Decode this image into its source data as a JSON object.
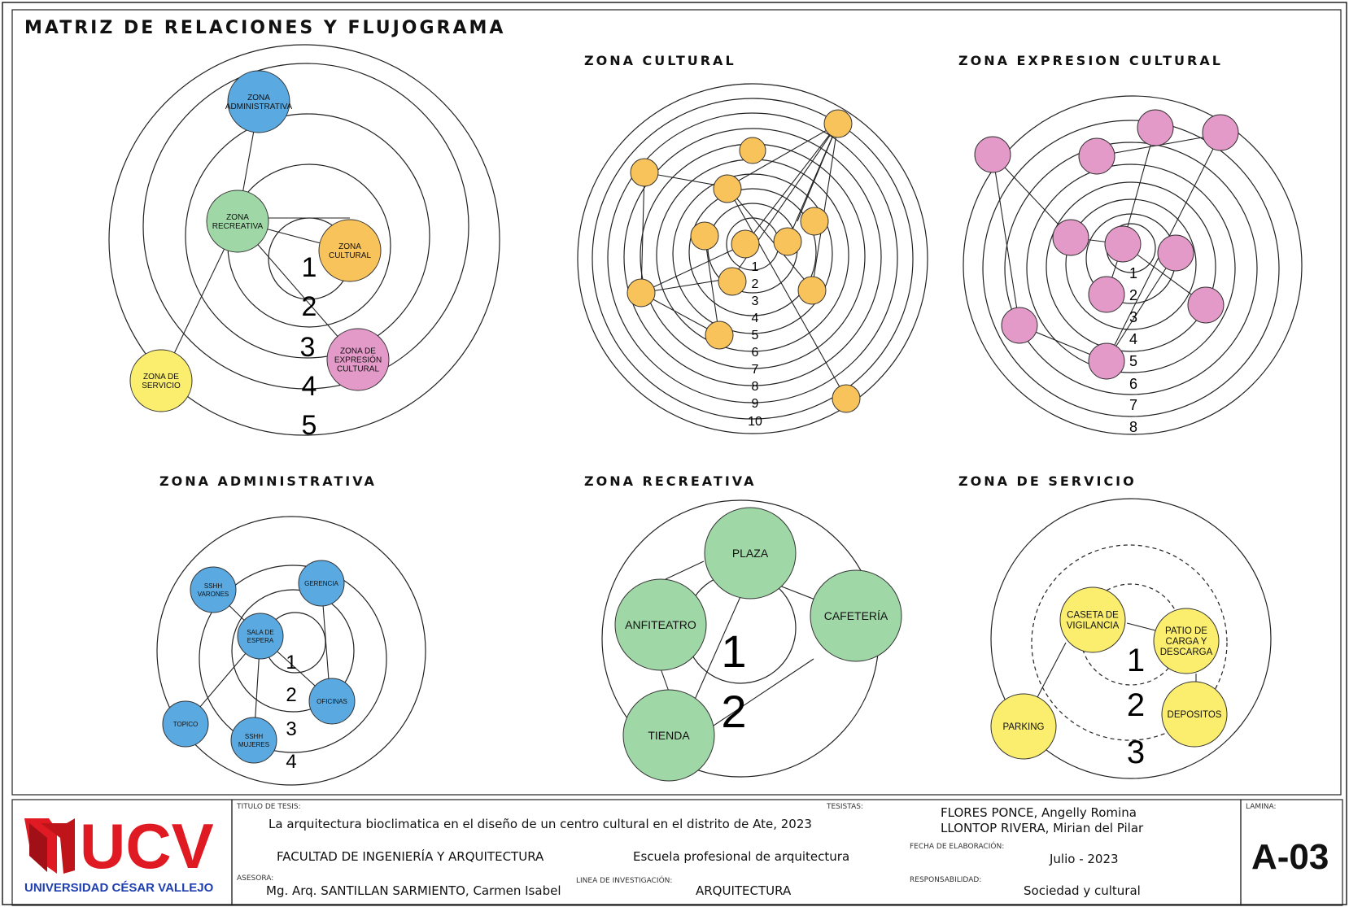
{
  "page": {
    "title": "MATRIZ DE RELACIONES Y FLUJOGRAMA"
  },
  "colors": {
    "admin": "#5aa9e0",
    "recre": "#9fd8a6",
    "cult": "#f9c35c",
    "expr": "#e39ac9",
    "serv": "#fbee6e",
    "ucv_red": "#e01a22",
    "ucv_blue": "#1f3fb0"
  },
  "icons": {
    "logo": "ucv-logo-icon"
  },
  "diagrams": {
    "main": {
      "rings": [
        "1",
        "2",
        "3",
        "4",
        "5"
      ],
      "nodes": [
        {
          "key": "adm",
          "lines": [
            "ZONA",
            "ADMINISTRATIVA"
          ]
        },
        {
          "key": "rec",
          "lines": [
            "ZONA",
            "RECREATIVA"
          ]
        },
        {
          "key": "cul",
          "lines": [
            "ZONA",
            "CULTURAL"
          ]
        },
        {
          "key": "exp",
          "lines": [
            "ZONA DE",
            "EXPRESIÓN",
            "CULTURAL"
          ]
        },
        {
          "key": "ser",
          "lines": [
            "ZONA DE",
            "SERVICIO"
          ]
        }
      ]
    },
    "cultural": {
      "title": "ZONA CULTURAL",
      "rings": [
        "1",
        "2",
        "3",
        "4",
        "5",
        "6",
        "7",
        "8",
        "9",
        "10"
      ]
    },
    "expresion": {
      "title": "ZONA EXPRESION CULTURAL",
      "rings": [
        "1",
        "2",
        "3",
        "4",
        "5",
        "6",
        "7",
        "8"
      ]
    },
    "administrativa": {
      "title": "ZONA ADMINISTRATIVA",
      "rings": [
        "1",
        "2",
        "3",
        "4"
      ],
      "nodes": [
        {
          "key": "ssv",
          "lines": [
            "SSHH",
            "VARONES"
          ]
        },
        {
          "key": "ger",
          "lines": [
            "GERENCIA"
          ]
        },
        {
          "key": "sal",
          "lines": [
            "SALA DE",
            "ESPERA"
          ]
        },
        {
          "key": "ofi",
          "lines": [
            "OFICINAS"
          ]
        },
        {
          "key": "top",
          "lines": [
            "TOPICO"
          ]
        },
        {
          "key": "ssm",
          "lines": [
            "SSHH",
            "MUJERES"
          ]
        }
      ]
    },
    "recreativa": {
      "title": "ZONA RECREATIVA",
      "rings": [
        "1",
        "2"
      ],
      "nodes": [
        {
          "key": "pla",
          "lines": [
            "PLAZA"
          ]
        },
        {
          "key": "anf",
          "lines": [
            "ANFITEATRO"
          ]
        },
        {
          "key": "caf",
          "lines": [
            "CAFETERÍA"
          ]
        },
        {
          "key": "tie",
          "lines": [
            "TIENDA"
          ]
        }
      ]
    },
    "servicio": {
      "title": "ZONA DE SERVICIO",
      "rings": [
        "1",
        "2",
        "3"
      ],
      "nodes": [
        {
          "key": "cas",
          "lines": [
            "CASETA DE",
            "VIGILANCIA"
          ]
        },
        {
          "key": "pat",
          "lines": [
            "PATIO DE",
            "CARGA Y",
            "DESCARGA"
          ]
        },
        {
          "key": "dep",
          "lines": [
            "DEPOSITOS"
          ]
        },
        {
          "key": "par",
          "lines": [
            "PARKING"
          ]
        }
      ]
    }
  },
  "footer": {
    "logo_text": "UCV",
    "university": "UNIVERSIDAD CÉSAR VALLEJO",
    "thesis_label": "TITULO DE TESIS:",
    "thesis": "La arquitectura bioclimatica en el diseño de un centro cultural en el distrito de Ate, 2023",
    "faculty": "FACULTAD DE INGENIERÍA Y ARQUITECTURA",
    "school": "Escuela profesional de arquitectura",
    "advisor_label": "ASESORA:",
    "advisor": "Mg. Arq. SANTILLAN SARMIENTO, Carmen Isabel",
    "research_label": "LINEA DE INVESTIGACIÓN:",
    "research": "ARQUITECTURA",
    "authors_label": "TESISTAS:",
    "author1": "FLORES PONCE, Angelly Romina",
    "author2": "LLONTOP RIVERA, Mirian del Pilar",
    "date_label": "FECHA DE ELABORACIÓN:",
    "date": "Julio - 2023",
    "resp_label": "RESPONSABILIDAD:",
    "resp": "Sociedad y cultural",
    "sheet_label": "LAMINA:",
    "sheet": "A-03"
  }
}
